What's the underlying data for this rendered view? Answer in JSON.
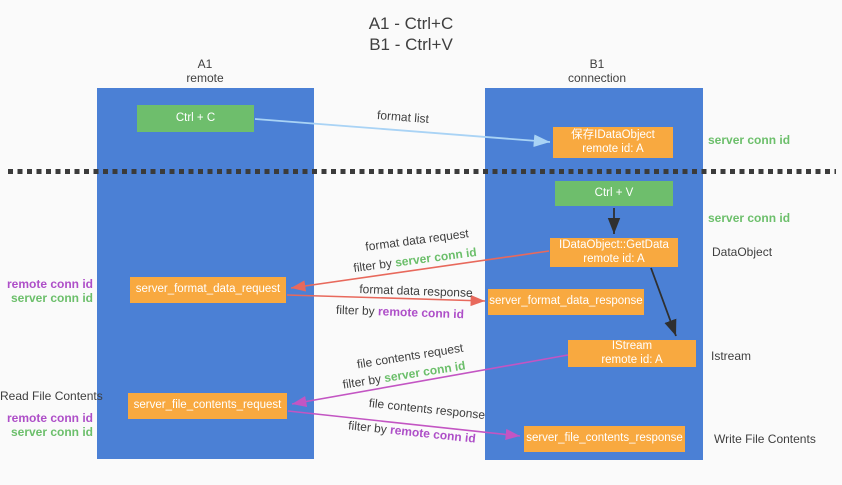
{
  "title": {
    "line1": "A1 - Ctrl+C",
    "line2": "B1 - Ctrl+V"
  },
  "lanes": {
    "left": {
      "name": "A1",
      "subtitle": "remote"
    },
    "right": {
      "name": "B1",
      "subtitle": "connection"
    }
  },
  "nodes": {
    "ctrl_c": {
      "label": "Ctrl + C"
    },
    "ctrl_v": {
      "label": "Ctrl + V"
    },
    "save_dataobject": {
      "line1": "保存IDataObject",
      "line2": "remote id: A"
    },
    "getdata": {
      "line1": "IDataObject::GetData",
      "line2": "remote id: A"
    },
    "istream": {
      "line1": "IStream",
      "line2": "remote id: A"
    },
    "server_format_data_request": {
      "label": "server_format_data_request"
    },
    "server_format_data_response": {
      "label": "server_format_data_response"
    },
    "server_file_contents_request": {
      "label": "server_file_contents_request"
    },
    "server_file_contents_response": {
      "label": "server_file_contents_response"
    }
  },
  "flow_labels": {
    "format_list": "format list",
    "format_data_request": "format data request",
    "format_data_request_filter": {
      "prefix": "filter by",
      "key": "server conn id"
    },
    "format_data_response": "format data response",
    "format_data_response_filter": {
      "prefix": "filter by",
      "key": "remote conn id"
    },
    "file_contents_request": "file contents request",
    "file_contents_request_filter": {
      "prefix": "filter by",
      "key": "server conn id"
    },
    "file_contents_response": "file contents response",
    "file_contents_response_filter": {
      "prefix": "filter by",
      "key": "remote conn id"
    }
  },
  "side_labels": {
    "server_conn_id_top": "server conn id",
    "server_conn_id_mid": "server conn id",
    "dataobject": "DataObject",
    "istream": "Istream",
    "write_file_contents": "Write File Contents",
    "remote_conn_id_left_top": "remote conn id",
    "server_conn_id_left_top": "server conn id",
    "read_file_contents": "Read File Contents",
    "remote_conn_id_left_bottom": "remote conn id",
    "server_conn_id_left_bottom": "server conn id"
  },
  "colors": {
    "lane_blue": "#4b80d5",
    "box_green": "#6ebe6c",
    "box_orange": "#f8a940",
    "arrow_light_blue": "#a9d3f5",
    "arrow_red": "#e8695c",
    "arrow_magenta": "#c355c3",
    "arrow_black": "#2f2f2f",
    "text_green": "#6cbf6b",
    "text_purple": "#ae4fc8",
    "text_dark": "#3f3f3f",
    "background": "#fafafa"
  }
}
